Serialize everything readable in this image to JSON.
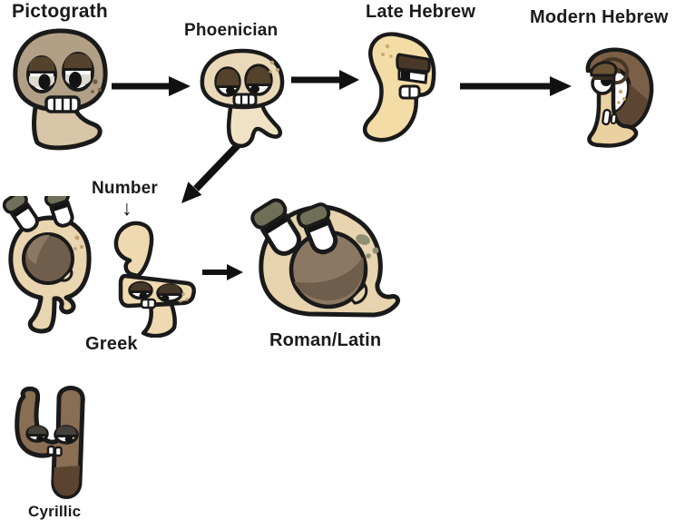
{
  "diagram_title": "Letter evolution cartoon diagram",
  "stages": {
    "pictograph": {
      "label": "Pictograth",
      "character": "snail-like pictograph letter creature, khaki head with tan foot, two heavy-lidded eyes, gritted teeth"
    },
    "phoenician": {
      "label": "Phoenician",
      "character": "cream mushroom-shaped letter creature with sleepy eyes, gritted teeth and a tail flicking right"
    },
    "late_hebrew": {
      "label": "Late Hebrew",
      "character": "peach hook/boot-shaped letter creature with one heavy dark brow, slit eye and two teeth"
    },
    "modern_hebrew": {
      "label": "Modern Hebrew",
      "character": "snail with brown spiral shell shaped like Hebrew letter, cream body, single capped eye"
    },
    "number": {
      "label": "Number",
      "down_arrow": "↓",
      "character": "numeral-2-shaped cream creature with half-closed eyes and small teeth"
    },
    "greek": {
      "label": "Greek",
      "character": "round qoppa-like tan creature with brown central disc, two capped eye stalks and stubby feet"
    },
    "roman_latin": {
      "label": "Roman/Latin",
      "character": "large tan snail with brown disc shell opening, two olive-capped eye stalks and a pointed tail"
    },
    "cyrillic": {
      "label": "Cyrillic",
      "character": "brown Ч-shaped letter creature with sleepy eyes, two tiny teeth and darker lower stem"
    }
  },
  "arrows": {
    "pictograph_to_phoenician": "right",
    "phoenician_to_late_hebrew": "right",
    "late_hebrew_to_modern_hebrew": "right",
    "phoenician_to_greek": "down-left diagonal",
    "number_pointer": "small down arrow",
    "greek_to_roman_latin": "right"
  },
  "colors": {
    "background": "#ffffff",
    "outline": "#1a1a1a",
    "label_text": "#1b1b1b",
    "khaki_body": "#b2a086",
    "light_tan_foot": "#d8c5a7",
    "cream_body": "#ead9b8",
    "peach_body": "#f3dca6",
    "shell_brown": "#7b5f47",
    "shell_dark": "#5d4534",
    "disc_brown": "#6f5e4b",
    "disc_highlight": "#8a7862",
    "olive_cap": "#6f6f58",
    "lid_brown": "#54422d",
    "cyrillic_brown": "#8a6e53",
    "cyrillic_dark": "#5c4330"
  }
}
